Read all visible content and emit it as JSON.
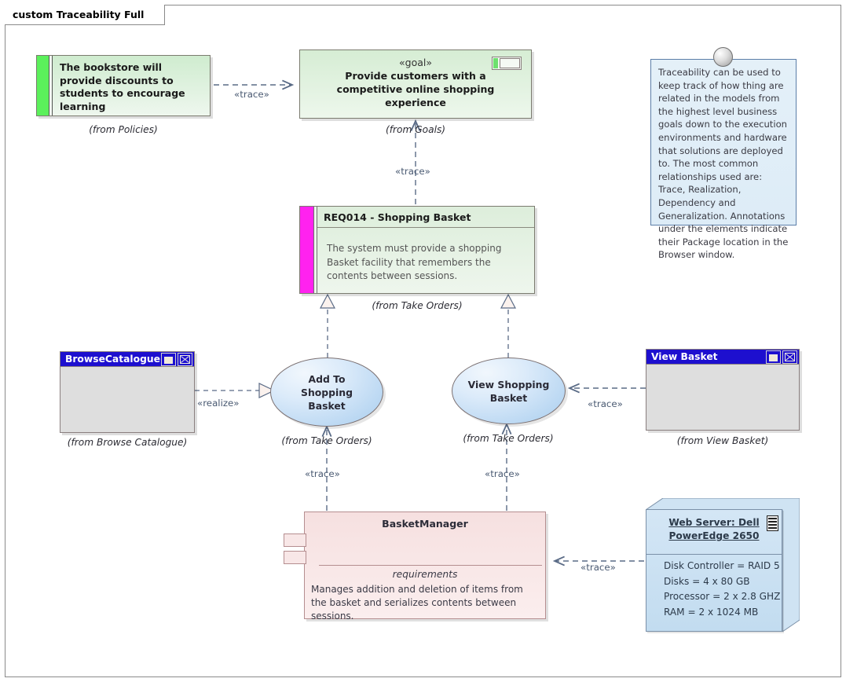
{
  "diagram": {
    "frame_label": "custom Traceability Full"
  },
  "policy": {
    "text": "The bookstore will provide discounts to students to encourage learning",
    "from": "(from Policies)",
    "stripe_color": "#5bf05b"
  },
  "goal": {
    "stereotype": "«goal»",
    "name": "Provide customers with a competitive online shopping experience",
    "from": "(from Goals)"
  },
  "requirement": {
    "title": "REQ014 - Shopping Basket",
    "description": "The system must provide a shopping Basket facility that remembers the contents between sessions.",
    "from": "(from Take Orders)",
    "stripe_color": "#ff22ef"
  },
  "note": {
    "text": "Traceability can be used to keep track of how thing are related in the models from the highest level business goals down to the execution environments and hardware that solutions are deployed to. The most common relationships used are: Trace, Realization, Dependency and Generalization. Annotations under the elements indicate their Package location in the Browser window."
  },
  "screens": [
    {
      "title": "BrowseCatalogue",
      "from": "(from Browse Catalogue)"
    },
    {
      "title": "View Basket",
      "from": "(from View Basket)"
    }
  ],
  "usecases": [
    {
      "name": "Add To Shopping Basket",
      "from": "(from Take Orders)"
    },
    {
      "name": "View Shopping Basket",
      "from": "(from Take Orders)"
    }
  ],
  "component": {
    "name": "BasketManager",
    "section_label": "requirements",
    "description": "Manages addition and deletion of items from the basket and serializes contents between sessions."
  },
  "server_node": {
    "title": "Web Server: Dell PowerEdge 2650",
    "attributes": [
      "Disk Controller = RAID 5",
      "Disks = 4 x 80 GB",
      "Processor = 2 x 2.8 GHZ",
      "RAM = 2 x 1024 MB"
    ]
  },
  "connectors": {
    "policy_to_goal": "«trace»",
    "req_to_goal": "«trace»",
    "catalogue_to_usecase": "«realize»",
    "viewbasket_to_usecase": "«trace»",
    "uc1_to_component": "«trace»",
    "uc2_to_component": "«trace»",
    "server_to_component": "«trace»"
  },
  "colors": {
    "screen_titlebar": "#1d0fcf",
    "usecase_fill": "#a8cdee",
    "component_fill": "#f6e0e0",
    "node_fill": "#c2dcf0",
    "note_border": "#5b7ea8"
  }
}
